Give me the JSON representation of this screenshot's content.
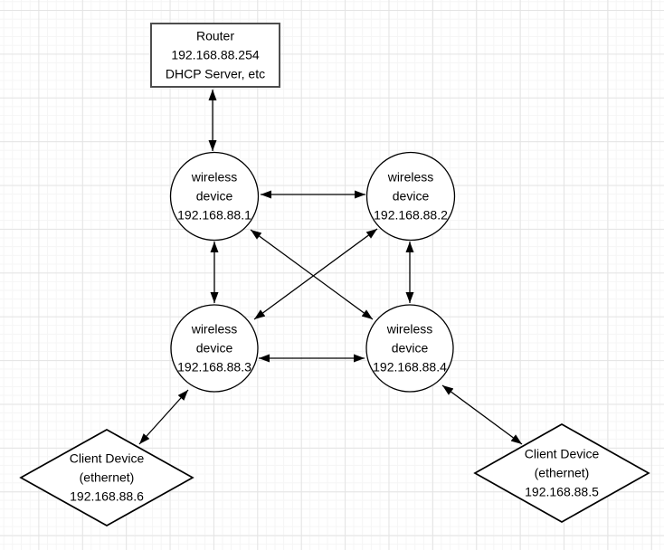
{
  "colors": {
    "background": "#ffffff",
    "grid_minor": "#f5f5f5",
    "grid_major": "#e4e4e4",
    "shape_fill": "#ffffff",
    "shape_stroke": "#000000",
    "router_stroke": "#4d4d4d",
    "connector": "#000000",
    "text": "#000000"
  },
  "nodes": {
    "router": {
      "type": "rectangle",
      "lines": [
        "Router",
        "192.168.88.254",
        "DHCP Server, etc"
      ]
    },
    "wireless1": {
      "type": "ellipse",
      "lines": [
        "wireless",
        "device",
        "192.168.88.1"
      ]
    },
    "wireless2": {
      "type": "ellipse",
      "lines": [
        "wireless",
        "device",
        "192.168.88.2"
      ]
    },
    "wireless3": {
      "type": "ellipse",
      "lines": [
        "wireless",
        "device",
        "192.168.88.3"
      ]
    },
    "wireless4": {
      "type": "ellipse",
      "lines": [
        "wireless",
        "device",
        "192.168.88.4"
      ]
    },
    "client6": {
      "type": "diamond",
      "lines": [
        "Client Device",
        "(ethernet)",
        "192.168.88.6"
      ]
    },
    "client5": {
      "type": "diamond",
      "lines": [
        "Client Device",
        "(ethernet)",
        "192.168.88.5"
      ]
    }
  },
  "connections": [
    {
      "from": "router",
      "to": "wireless1",
      "style": "double-arrow"
    },
    {
      "from": "wireless1",
      "to": "wireless2",
      "style": "double-arrow"
    },
    {
      "from": "wireless1",
      "to": "wireless3",
      "style": "double-arrow"
    },
    {
      "from": "wireless2",
      "to": "wireless4",
      "style": "double-arrow"
    },
    {
      "from": "wireless3",
      "to": "wireless4",
      "style": "double-arrow"
    },
    {
      "from": "wireless1",
      "to": "wireless4",
      "style": "double-arrow"
    },
    {
      "from": "wireless2",
      "to": "wireless3",
      "style": "double-arrow"
    },
    {
      "from": "wireless3",
      "to": "client6",
      "style": "double-arrow"
    },
    {
      "from": "wireless4",
      "to": "client5",
      "style": "double-arrow"
    }
  ]
}
